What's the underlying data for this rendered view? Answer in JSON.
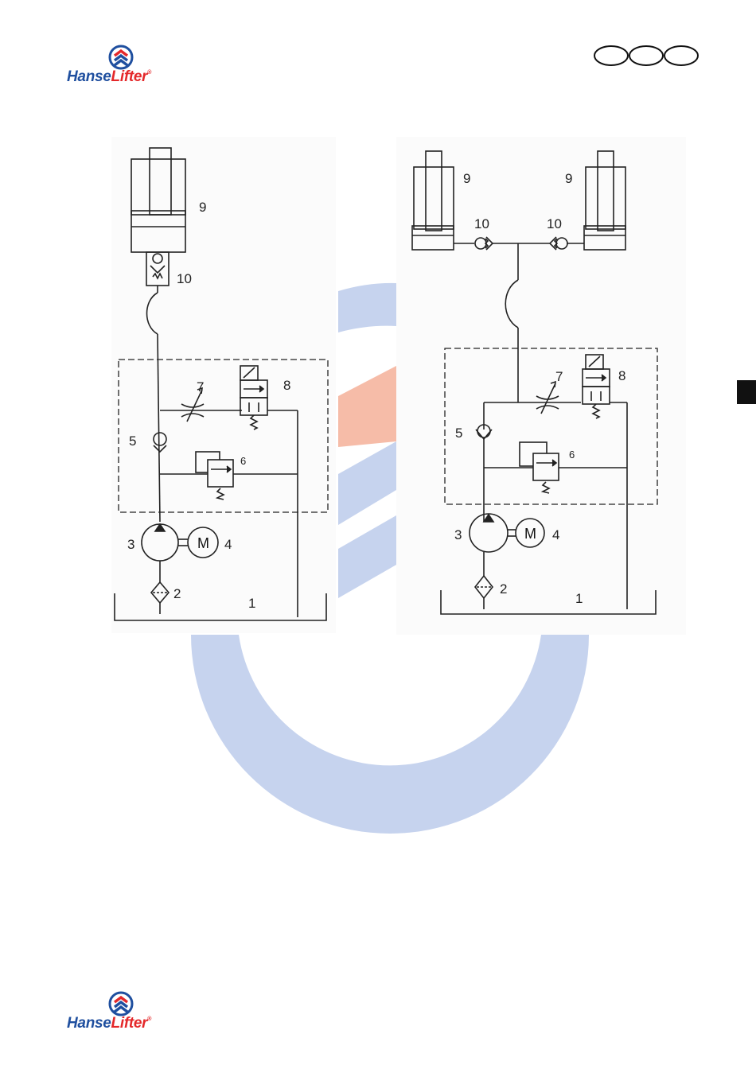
{
  "header": {
    "logo": {
      "brand_part1": "Hanse",
      "brand_part2": "Lifter",
      "registered": "®"
    }
  },
  "footer": {
    "logo": {
      "brand_part1": "Hanse",
      "brand_part2": "Lifter",
      "registered": "®"
    }
  },
  "colors": {
    "brand_blue": "#1f4f9f",
    "brand_red": "#e4282a",
    "watermark_blue": "#c6d3ee",
    "watermark_orange": "#f6bca8"
  },
  "icons": [
    "hanselifter-chevron-icon",
    "language-flag-ovals",
    "page-tab-marker"
  ],
  "diagrams": {
    "single_cylinder": {
      "labels": {
        "tank": "1",
        "filter": "2",
        "pump": "3",
        "motor": "4",
        "check_valve": "5",
        "relief_valve": "6",
        "throttle": "7",
        "solenoid_valve": "8",
        "cylinder": "9",
        "pipe_burst_valve": "10",
        "motor_symbol": "M"
      }
    },
    "twin_cylinder": {
      "labels": {
        "tank": "1",
        "filter": "2",
        "pump": "3",
        "motor": "4",
        "check_valve": "5",
        "relief_valve": "6",
        "throttle": "7",
        "solenoid_valve": "8",
        "cylinder_left": "9",
        "cylinder_right": "9",
        "pipe_burst_valve_left": "10",
        "pipe_burst_valve_right": "10",
        "motor_symbol": "M"
      }
    }
  }
}
